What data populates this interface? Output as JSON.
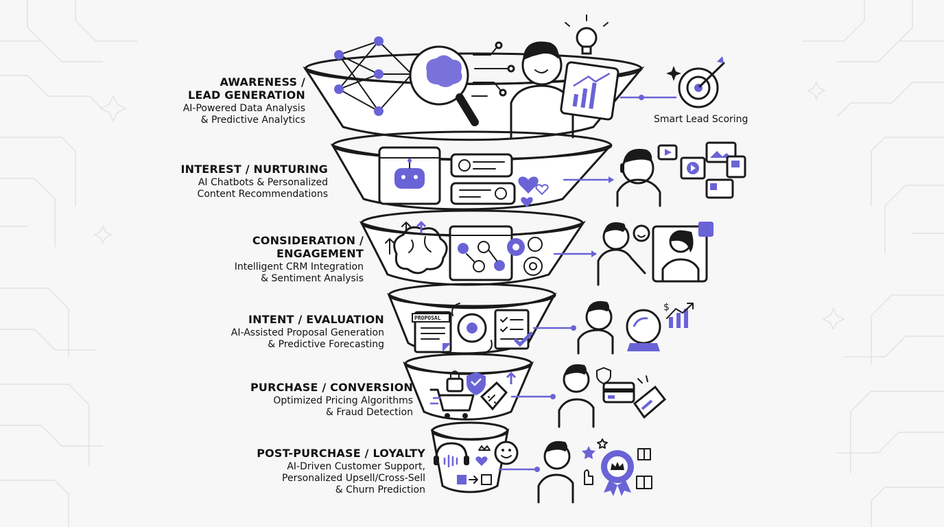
{
  "stages": [
    {
      "title_line1": "AWARENESS /",
      "title_line2": "LEAD GENERATION",
      "desc_line1": "AI-Powered Data Analysis",
      "desc_line2": "& Predictive Analytics",
      "desc_line3": ""
    },
    {
      "title_line1": "INTEREST / NURTURING",
      "title_line2": "",
      "desc_line1": "AI Chatbots & Personalized",
      "desc_line2": "Content Recommendations",
      "desc_line3": ""
    },
    {
      "title_line1": "CONSIDERATION /",
      "title_line2": "ENGAGEMENT",
      "desc_line1": "Intelligent CRM Integration",
      "desc_line2": "& Sentiment Analysis",
      "desc_line3": ""
    },
    {
      "title_line1": "INTENT / EVALUATION",
      "title_line2": "",
      "desc_line1": "AI-Assisted Proposal Generation",
      "desc_line2": "& Predictive Forecasting",
      "desc_line3": ""
    },
    {
      "title_line1": "PURCHASE / CONVERSION",
      "title_line2": "",
      "desc_line1": "Optimized Pricing Algorithms",
      "desc_line2": "& Fraud Detection",
      "desc_line3": ""
    },
    {
      "title_line1": "POST-PURCHASE / LOYALTY",
      "title_line2": "",
      "desc_line1": "AI-Driven Customer Support,",
      "desc_line2": "Personalized Upsell/Cross-Sell",
      "desc_line3": "& Churn Prediction"
    }
  ],
  "side_label": "Smart Lead Scoring",
  "proposal_tag": "PROPOSAL",
  "dollar_sign": "$",
  "colors": {
    "accent": "#6a63d6",
    "ink": "#1a1a1a",
    "background": "#f7f7f8"
  },
  "icons": [
    "neural-network-icon",
    "magnifier-brain-icon",
    "lightbulb-icon",
    "tablet-chart-icon",
    "target-icon",
    "robot-chat-icon",
    "heart-icon",
    "video-content-icon",
    "brain-icon",
    "crm-network-icon",
    "gear-icon",
    "handshake-icon",
    "proposal-doc-icon",
    "checklist-icon",
    "crystal-ball-icon",
    "shopping-cart-icon",
    "lock-icon",
    "shield-icon",
    "price-tag-icon",
    "credit-card-icon",
    "card-terminal-icon",
    "headset-icon",
    "smile-chat-icon",
    "badge-crown-icon",
    "gift-icon",
    "star-icon"
  ]
}
